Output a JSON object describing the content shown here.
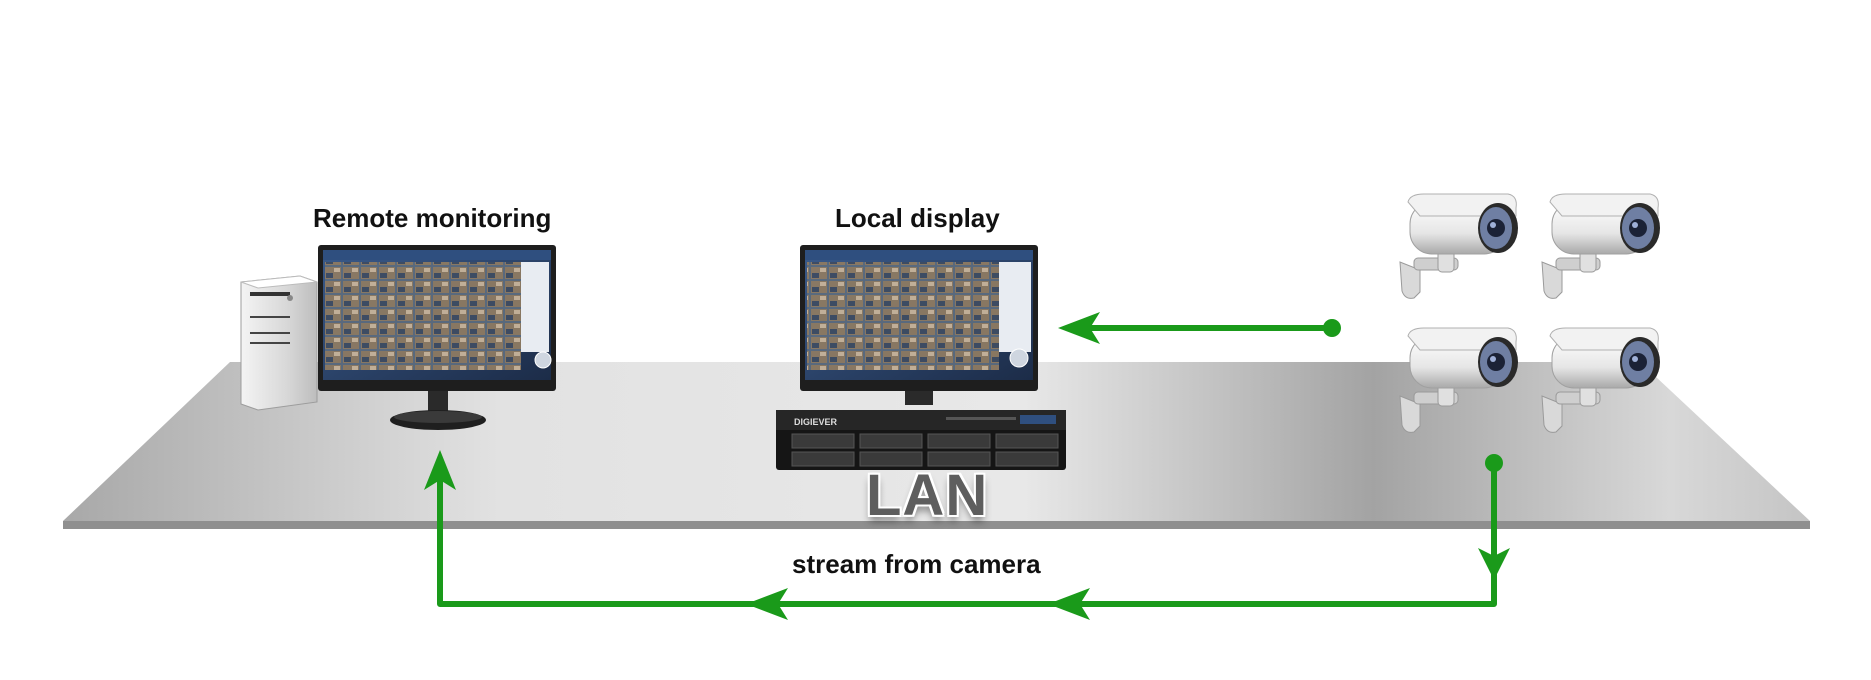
{
  "labels": {
    "remote": "Remote monitoring",
    "local": "Local display",
    "lan": "LAN",
    "stream": "stream from camera",
    "nvr_brand": "DIGIEVER"
  },
  "colors": {
    "arrow": "#1a9a1a",
    "table_light": "#e6e6e6",
    "table_dark": "#9d9d9d"
  },
  "icons": [
    "pc-tower-icon",
    "monitor-icon",
    "nvr-recorder-icon",
    "bullet-camera-icon"
  ]
}
